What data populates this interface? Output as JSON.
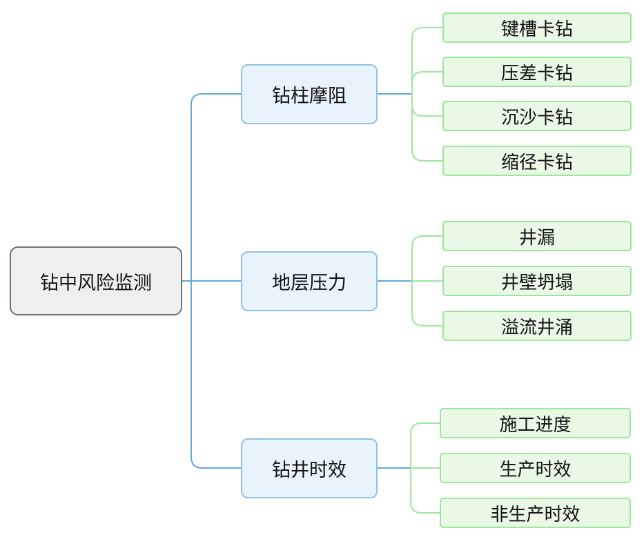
{
  "root": {
    "label": "钻中风险监测"
  },
  "branches": [
    {
      "label": "钻柱摩阻",
      "items": [
        "键槽卡钻",
        "压差卡钻",
        "沉沙卡钻",
        "缩径卡钻"
      ]
    },
    {
      "label": "地层压力",
      "items": [
        "井漏",
        "井壁坍塌",
        "溢流井涌"
      ]
    },
    {
      "label": "钻井时效",
      "items": [
        "施工进度",
        "生产时效",
        "非生产时效"
      ]
    }
  ],
  "colors": {
    "root_border": "#6e7474",
    "root_fill": "#eef0f0",
    "branch_border": "#8fc2e6",
    "branch_fill": "#e8f3fb",
    "branch_line": "#5fa8dc",
    "leaf_border": "#9be89b",
    "leaf_fill": "#e9f9e6",
    "leaf_line": "#9ee69e"
  }
}
